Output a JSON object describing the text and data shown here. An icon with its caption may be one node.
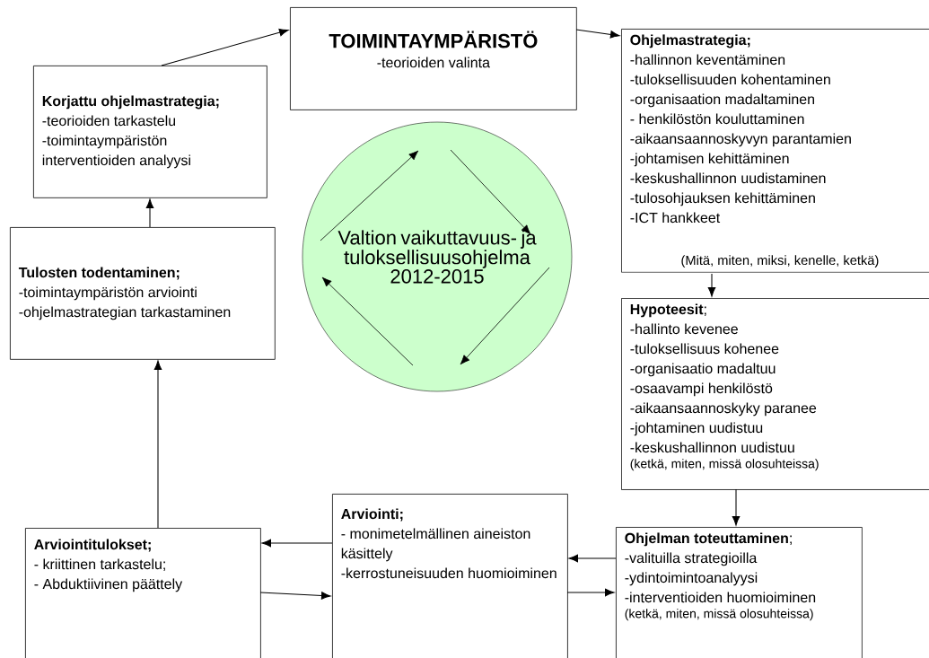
{
  "diagram": {
    "nodes": [
      {
        "text": [
          "TOIMINTAYMPÄRISTÖ",
          "-teorioiden valinta"
        ]
      },
      {
        "text": [
          "Korjattu ohjelmastrategia;",
          "-teorioiden tarkastelu",
          "-toimintaympäristön interventioiden analyysi"
        ]
      },
      {
        "text": [
          "Ohjelmastrategia;",
          "-hallinnon keventäminen",
          "-tuloksellisuuden kohentaminen",
          "-organisaation madaltaminen",
          "- henkilöstön kouluttaminen",
          "-aikaansaannoskyvyn parantamien",
          "-johtamisen kehittäminen",
          "-keskushallinnon uudistaminen",
          "-tulosohjauksen kehittäminen",
          "-ICT hankkeet",
          "(Mitä, miten, miksi, kenelle, ketkä)"
        ]
      },
      {
        "text": [
          "Tulosten todentaminen;",
          "-toimintaympäristön arviointi",
          "-ohjelmastrategian tarkastaminen"
        ]
      },
      {
        "text": [
          "Valtion vaikuttavuus- ja tuloksellisuusohjelma 2012-2015"
        ]
      },
      {
        "text": [
          "**Hypoteesit**;",
          "-hallinto kevenee",
          "-tuloksellisuus kohenee",
          "-organisaatio madaltuu",
          "-osaavampi henkilöstö",
          "-aikaansaannoskyky paranee",
          "-johtaminen uudistuu",
          "-keskushallinnon uudistuu",
          "(ketkä, miten, missä olosuhteissa)"
        ]
      },
      {
        "text": [
          "**Ohjelman toteuttaminen**;",
          "-valituilla strategioilla",
          "-ydintoimintoanalyysi",
          "-interventioiden huomioiminen",
          "(ketkä, miten, missä olosuhteissa)"
        ]
      },
      {
        "text": [
          "Arviointi;",
          "- monimetelmällinen aineiston käsittely",
          "-kerrostuneisuuden huomioiminen"
        ]
      },
      {
        "text": [
          "Arviointitulokset;",
          "- kriittinen tarkastelu;",
          "- Abduktiivinen päättely"
        ]
      }
    ],
    "edges": [
      {
        "from": 1,
        "to": 0,
        "arrow": "to"
      },
      {
        "from": 0,
        "to": 2,
        "arrow": "to"
      },
      {
        "from": 2,
        "to": 5,
        "arrow": "to"
      },
      {
        "from": 5,
        "to": 6,
        "arrow": "to"
      },
      {
        "from": 6,
        "to": 7,
        "arrow": "to"
      },
      {
        "from": 7,
        "to": 6,
        "arrow": "to"
      },
      {
        "from": 7,
        "to": 8,
        "arrow": "to"
      },
      {
        "from": 8,
        "to": 7,
        "arrow": "to"
      },
      {
        "from": 8,
        "to": 3,
        "arrow": "to"
      },
      {
        "from": 3,
        "to": 1,
        "arrow": "to"
      }
    ]
  }
}
